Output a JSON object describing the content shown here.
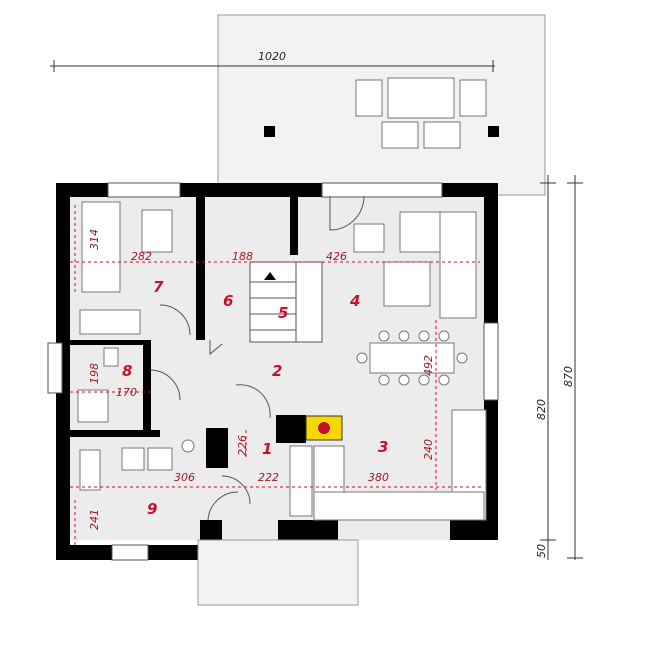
{
  "rooms": [
    {
      "id": "1",
      "label": "1"
    },
    {
      "id": "2",
      "label": "2"
    },
    {
      "id": "3",
      "label": "3"
    },
    {
      "id": "4",
      "label": "4"
    },
    {
      "id": "5",
      "label": "5"
    },
    {
      "id": "6",
      "label": "6"
    },
    {
      "id": "7",
      "label": "7"
    },
    {
      "id": "8",
      "label": "8"
    },
    {
      "id": "9",
      "label": "9"
    }
  ],
  "dimensions": {
    "terrace_width": "1020",
    "room7_width": "282",
    "room7_height": "314",
    "room6_width": "188",
    "room4_width": "426",
    "room4_height": "492",
    "room8_height": "198",
    "room8_width": "170",
    "hall_height": "226",
    "room9_width": "306",
    "hall_width": "222",
    "room3_width": "380",
    "room3_height": "240",
    "room9_height": "241",
    "overall_height_inner": "820",
    "overall_height": "870",
    "bottom_offset": "50"
  },
  "colors": {
    "wall": "#000000",
    "floor": "#ececec",
    "label": "#c8102e",
    "fireplace": "#f5d800"
  }
}
